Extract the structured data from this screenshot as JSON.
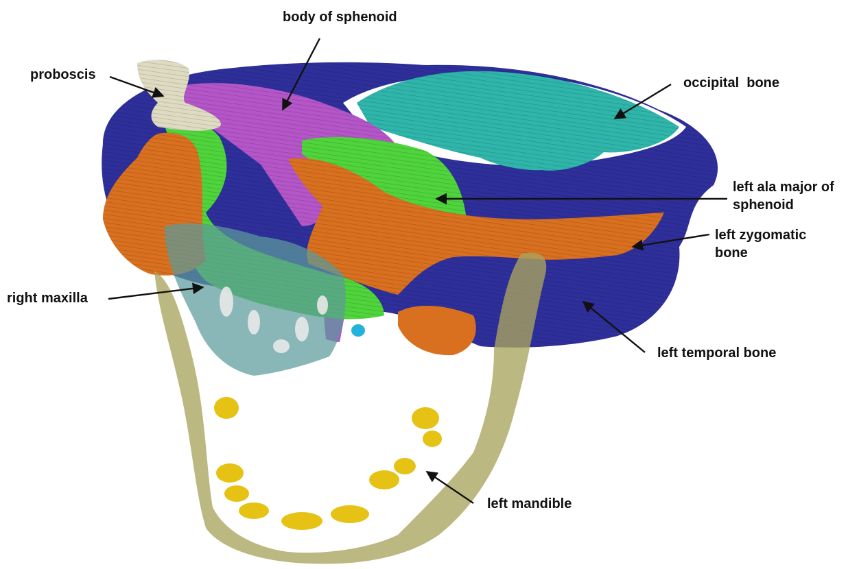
{
  "labels": {
    "body_of_sphenoid": "body of sphenoid",
    "proboscis": "proboscis",
    "occipital_bone": "occipital  bone",
    "left_ala_major": "left ala major of sphenoid",
    "left_zygomatic": "left zygomatic bone",
    "right_maxilla": "right maxilla",
    "left_temporal": "left temporal bone",
    "left_mandible": "left mandible"
  },
  "colors": {
    "temporal_navy": "#2e2f9a",
    "occipital_teal": "#2fb5aa",
    "sphenoid_magenta": "#b455c8",
    "ala_green": "#4fd43c",
    "zygomatic_orange": "#d8701f",
    "maxilla_teal_translucent": "#5c9a9a",
    "mandible_olive": "#a9a45e",
    "teeth_yellow": "#e6c215",
    "proboscis_cream": "#dedbc2",
    "arrow": "#111111"
  }
}
